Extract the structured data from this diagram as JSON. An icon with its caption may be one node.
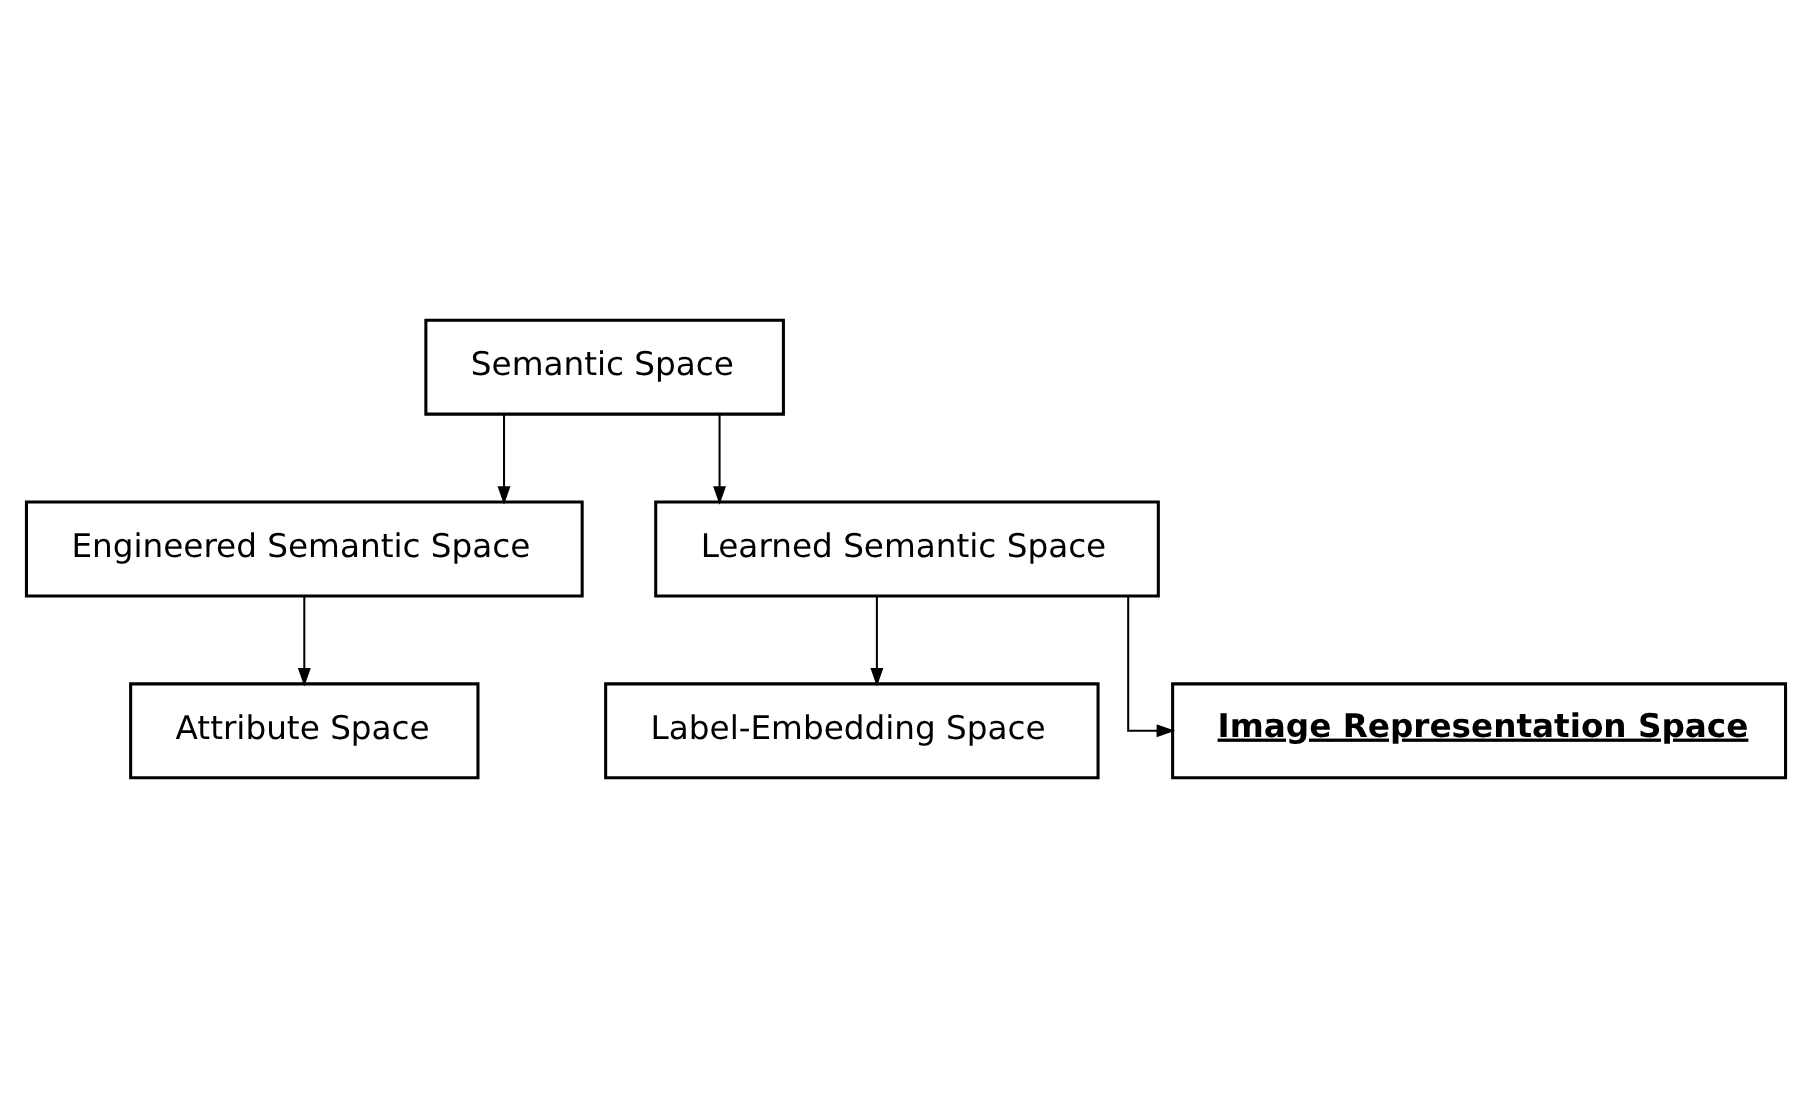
{
  "diagram": {
    "nodes": [
      {
        "text": [
          "Semantic Space"
        ]
      },
      {
        "text": [
          "Engineered Semantic Space"
        ]
      },
      {
        "text": [
          "Learned Semantic Space"
        ]
      },
      {
        "text": [
          "Attribute Space"
        ]
      },
      {
        "text": [
          "Label-Embedding Space"
        ]
      },
      {
        "text": [
          "Image Representation Space"
        ]
      }
    ],
    "edges": [
      {
        "from": 0,
        "to": 1,
        "arrow": "to"
      },
      {
        "from": 0,
        "to": 2,
        "arrow": "to"
      },
      {
        "from": 1,
        "to": 3,
        "arrow": "to"
      },
      {
        "from": 2,
        "to": 4,
        "arrow": "to"
      },
      {
        "from": 2,
        "to": 5,
        "arrow": "to"
      }
    ]
  }
}
